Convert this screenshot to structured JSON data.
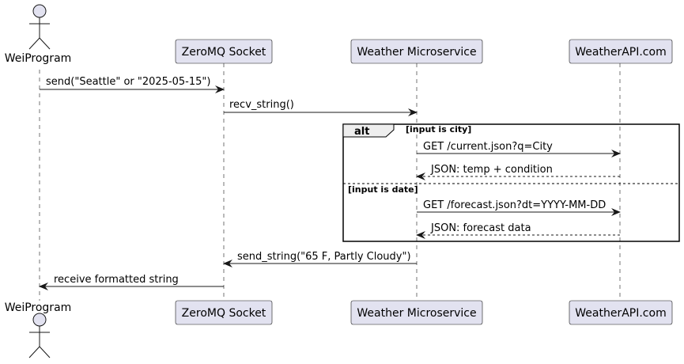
{
  "participants": {
    "weiprogram": "WeiProgram",
    "zeromq": "ZeroMQ Socket",
    "weather": "Weather Microservice",
    "weatherapi": "WeatherAPI.com"
  },
  "messages": {
    "m1": "send(\"Seattle\" or \"2025-05-15\")",
    "m2": "recv_string()",
    "m3": "GET /current.json?q=City",
    "m4": "JSON: temp + condition",
    "m5": "GET /forecast.json?dt=YYYY-MM-DD",
    "m6": "JSON: forecast data",
    "m7": "send_string(\"65 F, Partly Cloudy\")",
    "m8": "receive formatted string"
  },
  "fragment": {
    "keyword": "alt",
    "guard_1": "[input is city]",
    "guard_2": "[input is date]"
  },
  "colors": {
    "participant_fill": "#E2E2F0",
    "line": "#181818"
  }
}
